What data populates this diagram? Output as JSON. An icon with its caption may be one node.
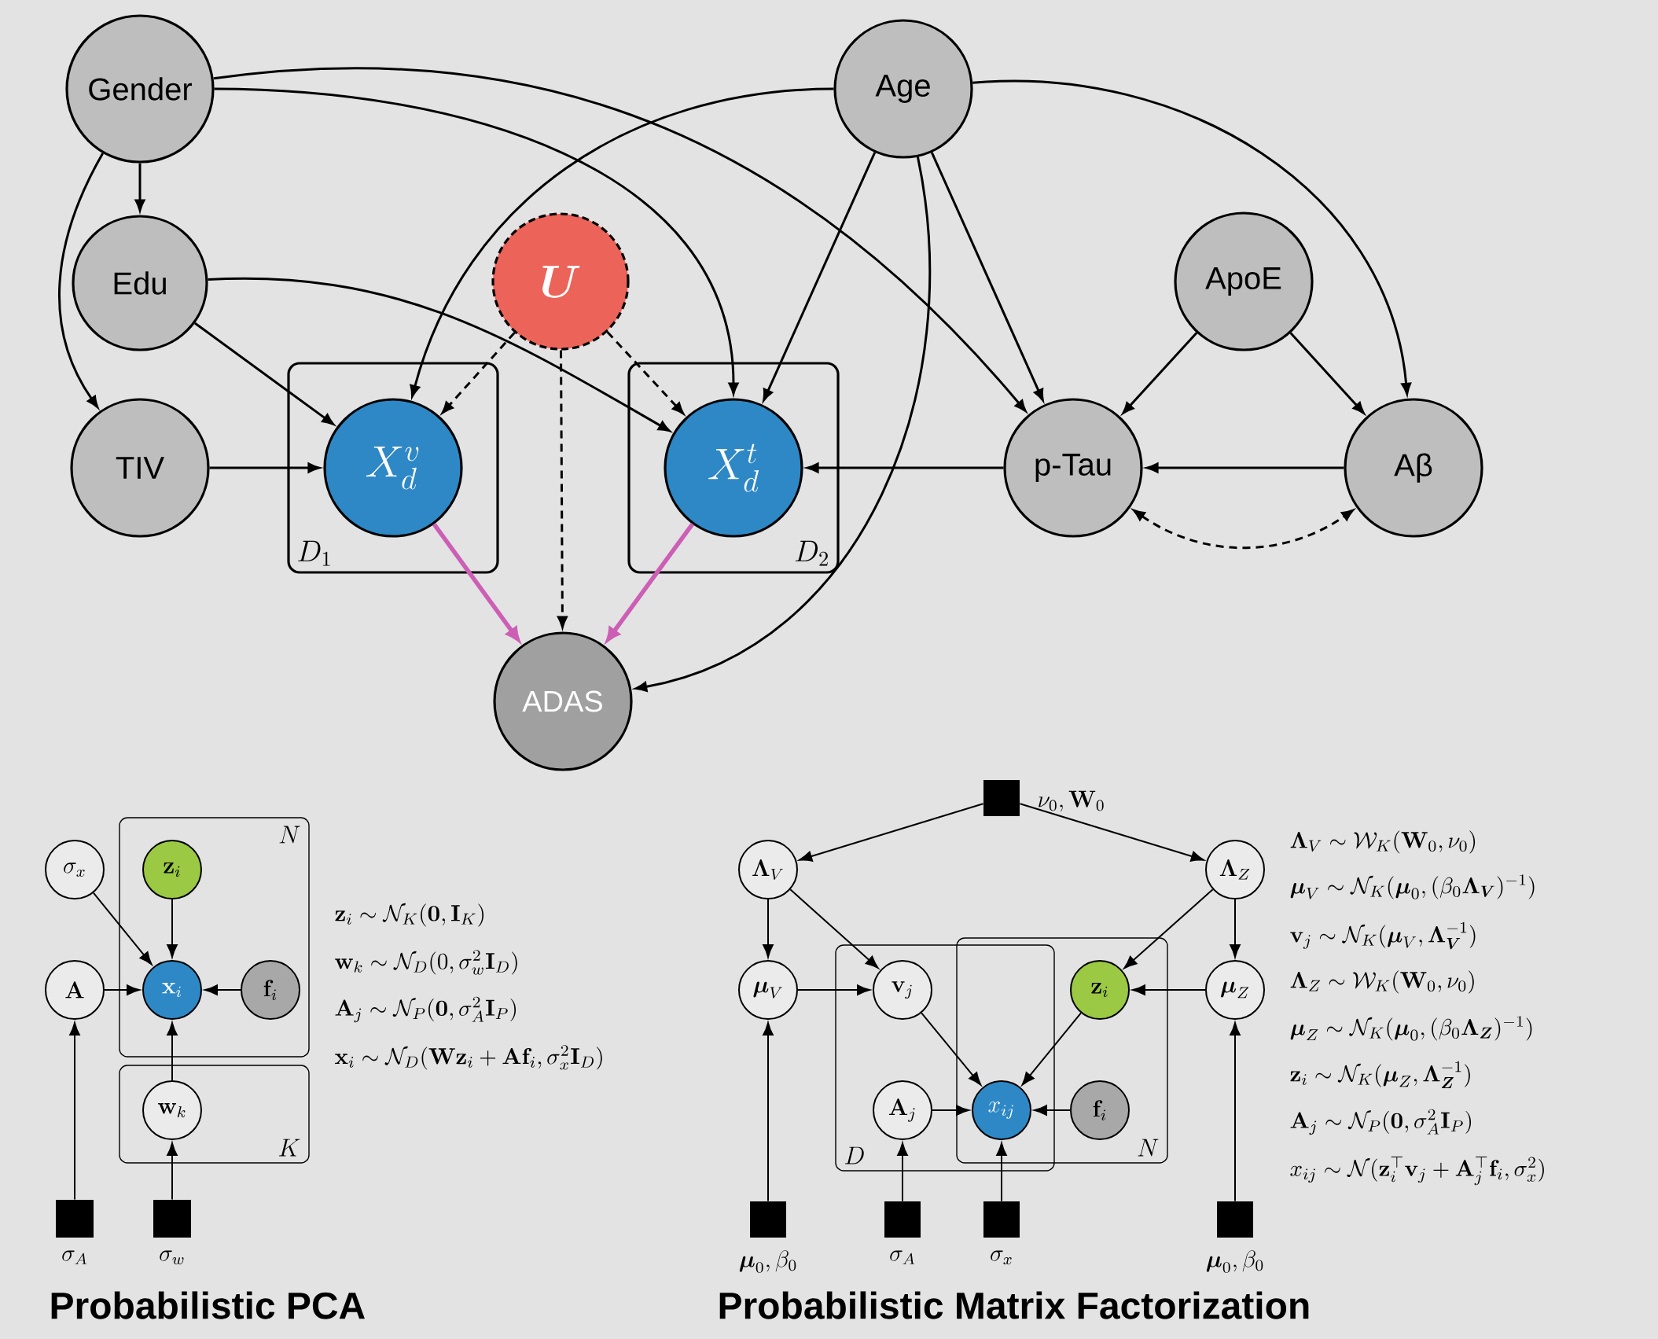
{
  "diagram": {
    "nodes": [
      {
        "text": [
          "Gender"
        ]
      },
      {
        "text": [
          "Age"
        ]
      },
      {
        "text": [
          "Edu"
        ]
      },
      {
        "text": [
          "\\boldsymbol{U}"
        ]
      },
      {
        "text": [
          "ApoE"
        ]
      },
      {
        "text": [
          "TIV"
        ]
      },
      {
        "text": [
          "D_1"
        ]
      },
      {
        "text": [
          "X^v_d"
        ],
        "in": 6
      },
      {
        "text": [
          "D_2"
        ]
      },
      {
        "text": [
          "X^t_d"
        ],
        "in": 8
      },
      {
        "text": [
          "p-Tau"
        ]
      },
      {
        "text": [
          "Aβ"
        ]
      },
      {
        "text": [
          "ADAS"
        ]
      },
      {
        "text": [
          "\\sigma_x"
        ]
      },
      {
        "text": [
          "N"
        ]
      },
      {
        "text": [
          "\\mathbf{z}_i"
        ],
        "in": 14
      },
      {
        "text": [
          "\\mathbf{A}"
        ]
      },
      {
        "text": [
          "\\mathbf{x}_i"
        ],
        "in": 14
      },
      {
        "text": [
          "\\mathbf{f}_i"
        ],
        "in": 14
      },
      {
        "text": [
          "K"
        ]
      },
      {
        "text": [
          "\\mathbf{w}_k"
        ],
        "in": 19
      },
      {
        "text": [],
        "shape": "box",
        "beside": [
          "\\sigma_A"
        ]
      },
      {
        "text": [],
        "shape": "box",
        "beside": [
          "\\sigma_w"
        ]
      },
      {
        "text": [],
        "shape": "box",
        "beside": [
          "\\nu_0, \\mathbf{W}_0"
        ]
      },
      {
        "text": [
          "\\boldsymbol{\\Lambda}_V"
        ]
      },
      {
        "text": [
          "\\boldsymbol{\\Lambda}_Z"
        ]
      },
      {
        "text": [
          "\\boldsymbol{\\mu}_V"
        ]
      },
      {
        "text": [
          "D"
        ]
      },
      {
        "text": [
          "N"
        ]
      },
      {
        "text": [
          "\\mathbf{v}_j"
        ],
        "in": 27
      },
      {
        "text": [
          "\\mathbf{z}_i"
        ],
        "in": 28
      },
      {
        "text": [
          "\\boldsymbol{\\mu}_Z"
        ]
      },
      {
        "text": [
          "\\mathbf{A}_j"
        ],
        "in": 27
      },
      {
        "text": [
          "x_{ij}"
        ]
      },
      {
        "text": [
          "\\mathbf{f}_i"
        ],
        "in": 28
      },
      {
        "text": [],
        "shape": "box",
        "beside": [
          "\\boldsymbol{\\mu}_0, \\beta_0"
        ]
      },
      {
        "text": [],
        "shape": "box",
        "beside": [
          "\\sigma_A"
        ]
      },
      {
        "text": [],
        "shape": "box",
        "beside": [
          "\\sigma_x"
        ]
      },
      {
        "text": [],
        "shape": "box",
        "beside": [
          "\\boldsymbol{\\mu}_0, \\beta_0"
        ]
      }
    ],
    "edges": [
      {
        "from": 0,
        "to": 2,
        "arrow": "to"
      },
      {
        "from": 0,
        "to": 5,
        "arrow": "to"
      },
      {
        "from": 0,
        "to": 9,
        "arrow": "to"
      },
      {
        "from": 0,
        "to": 10,
        "arrow": "to"
      },
      {
        "from": 1,
        "to": 7,
        "arrow": "to"
      },
      {
        "from": 1,
        "to": 9,
        "arrow": "to"
      },
      {
        "from": 1,
        "to": 10,
        "arrow": "to"
      },
      {
        "from": 1,
        "to": 11,
        "arrow": "to"
      },
      {
        "from": 1,
        "to": 12,
        "arrow": "to"
      },
      {
        "from": 2,
        "to": 7,
        "arrow": "to"
      },
      {
        "from": 2,
        "to": 9,
        "arrow": "to"
      },
      {
        "from": 5,
        "to": 7,
        "arrow": "to"
      },
      {
        "from": 3,
        "to": 7,
        "arrow": "to",
        "style": "dashed"
      },
      {
        "from": 3,
        "to": 9,
        "arrow": "to",
        "style": "dashed"
      },
      {
        "from": 3,
        "to": 12,
        "arrow": "to",
        "style": "dashed"
      },
      {
        "from": 4,
        "to": 10,
        "arrow": "to"
      },
      {
        "from": 4,
        "to": 11,
        "arrow": "to"
      },
      {
        "from": 10,
        "to": 9,
        "arrow": "to"
      },
      {
        "from": 11,
        "to": 10,
        "arrow": "to"
      },
      {
        "from": 10,
        "to": 11,
        "arrow": "both",
        "style": "dashed"
      },
      {
        "from": 7,
        "to": 12,
        "arrow": "to",
        "style": "thick",
        "color": "#cc5fb5"
      },
      {
        "from": 9,
        "to": 12,
        "arrow": "to",
        "style": "thick",
        "color": "#cc5fb5"
      },
      {
        "from": 13,
        "to": 17,
        "arrow": "to"
      },
      {
        "from": 15,
        "to": 17,
        "arrow": "to"
      },
      {
        "from": 16,
        "to": 17,
        "arrow": "to"
      },
      {
        "from": 18,
        "to": 17,
        "arrow": "to"
      },
      {
        "from": 20,
        "to": 17,
        "arrow": "to"
      },
      {
        "from": 21,
        "to": 16,
        "arrow": "to"
      },
      {
        "from": 22,
        "to": 20,
        "arrow": "to"
      },
      {
        "from": 23,
        "to": 24,
        "arrow": "to"
      },
      {
        "from": 23,
        "to": 25,
        "arrow": "to"
      },
      {
        "from": 24,
        "to": 26,
        "arrow": "to"
      },
      {
        "from": 24,
        "to": 29,
        "arrow": "to"
      },
      {
        "from": 26,
        "to": 29,
        "arrow": "to"
      },
      {
        "from": 25,
        "to": 30,
        "arrow": "to"
      },
      {
        "from": 25,
        "to": 31,
        "arrow": "to"
      },
      {
        "from": 31,
        "to": 30,
        "arrow": "to"
      },
      {
        "from": 29,
        "to": 33,
        "arrow": "to"
      },
      {
        "from": 30,
        "to": 33,
        "arrow": "to"
      },
      {
        "from": 32,
        "to": 33,
        "arrow": "to"
      },
      {
        "from": 34,
        "to": 33,
        "arrow": "to"
      },
      {
        "from": 35,
        "to": 26,
        "arrow": "to"
      },
      {
        "from": 36,
        "to": 32,
        "arrow": "to"
      },
      {
        "from": 37,
        "to": 33,
        "arrow": "to"
      },
      {
        "from": 38,
        "to": 31,
        "arrow": "to"
      }
    ],
    "labels": [
      "\\mathbf{z}_i \\sim \\mathcal{N}_K(\\mathbf{0}, \\mathbf{I}_K)",
      "\\mathbf{w}_k \\sim \\mathcal{N}_D(0, \\sigma_w^2 \\mathbf{I}_D)",
      "\\mathbf{A}_j \\sim \\mathcal{N}_P(\\mathbf{0}, \\sigma_A^2 \\mathbf{I}_P)",
      "\\mathbf{x}_i \\sim \\mathcal{N}_D(\\mathbf{W}\\mathbf{z}_i + \\mathbf{A}\\mathbf{f}_i, \\sigma_x^2 \\mathbf{I}_D)",
      "\\boldsymbol{\\Lambda}_V \\sim \\mathcal{W}_K(\\mathbf{W}_0, \\nu_0)",
      "\\boldsymbol{\\mu}_V \\sim \\mathcal{N}_K(\\boldsymbol{\\mu}_0, (\\beta_0 \\boldsymbol{\\Lambda}_{\\boldsymbol{V}})^{-1})",
      "\\mathbf{v}_j \\sim \\mathcal{N}_K(\\boldsymbol{\\mu}_V, \\boldsymbol{\\Lambda}_{\\boldsymbol{V}}^{-1})",
      "\\boldsymbol{\\Lambda}_Z \\sim \\mathcal{W}_K(\\mathbf{W}_0, \\nu_0)",
      "\\boldsymbol{\\mu}_Z \\sim \\mathcal{N}_K(\\boldsymbol{\\mu}_0, (\\beta_0 \\boldsymbol{\\Lambda}_{\\boldsymbol{Z}})^{-1})",
      "\\mathbf{z}_i \\sim \\mathcal{N}_K(\\boldsymbol{\\mu}_Z, \\boldsymbol{\\Lambda}_{\\boldsymbol{Z}}^{-1})",
      "\\mathbf{A}_j \\sim \\mathcal{N}_P(\\mathbf{0}, \\sigma_A^2 \\mathbf{I}_P)",
      "x_{ij} \\sim \\mathcal{N}(\\mathbf{z}_i^\\top \\mathbf{v}_j + \\mathbf{A}_j^\\top \\mathbf{f}_i, \\sigma_x^2)",
      "Probabilistic PCA",
      "Probabilistic Matrix Factorization"
    ]
  }
}
